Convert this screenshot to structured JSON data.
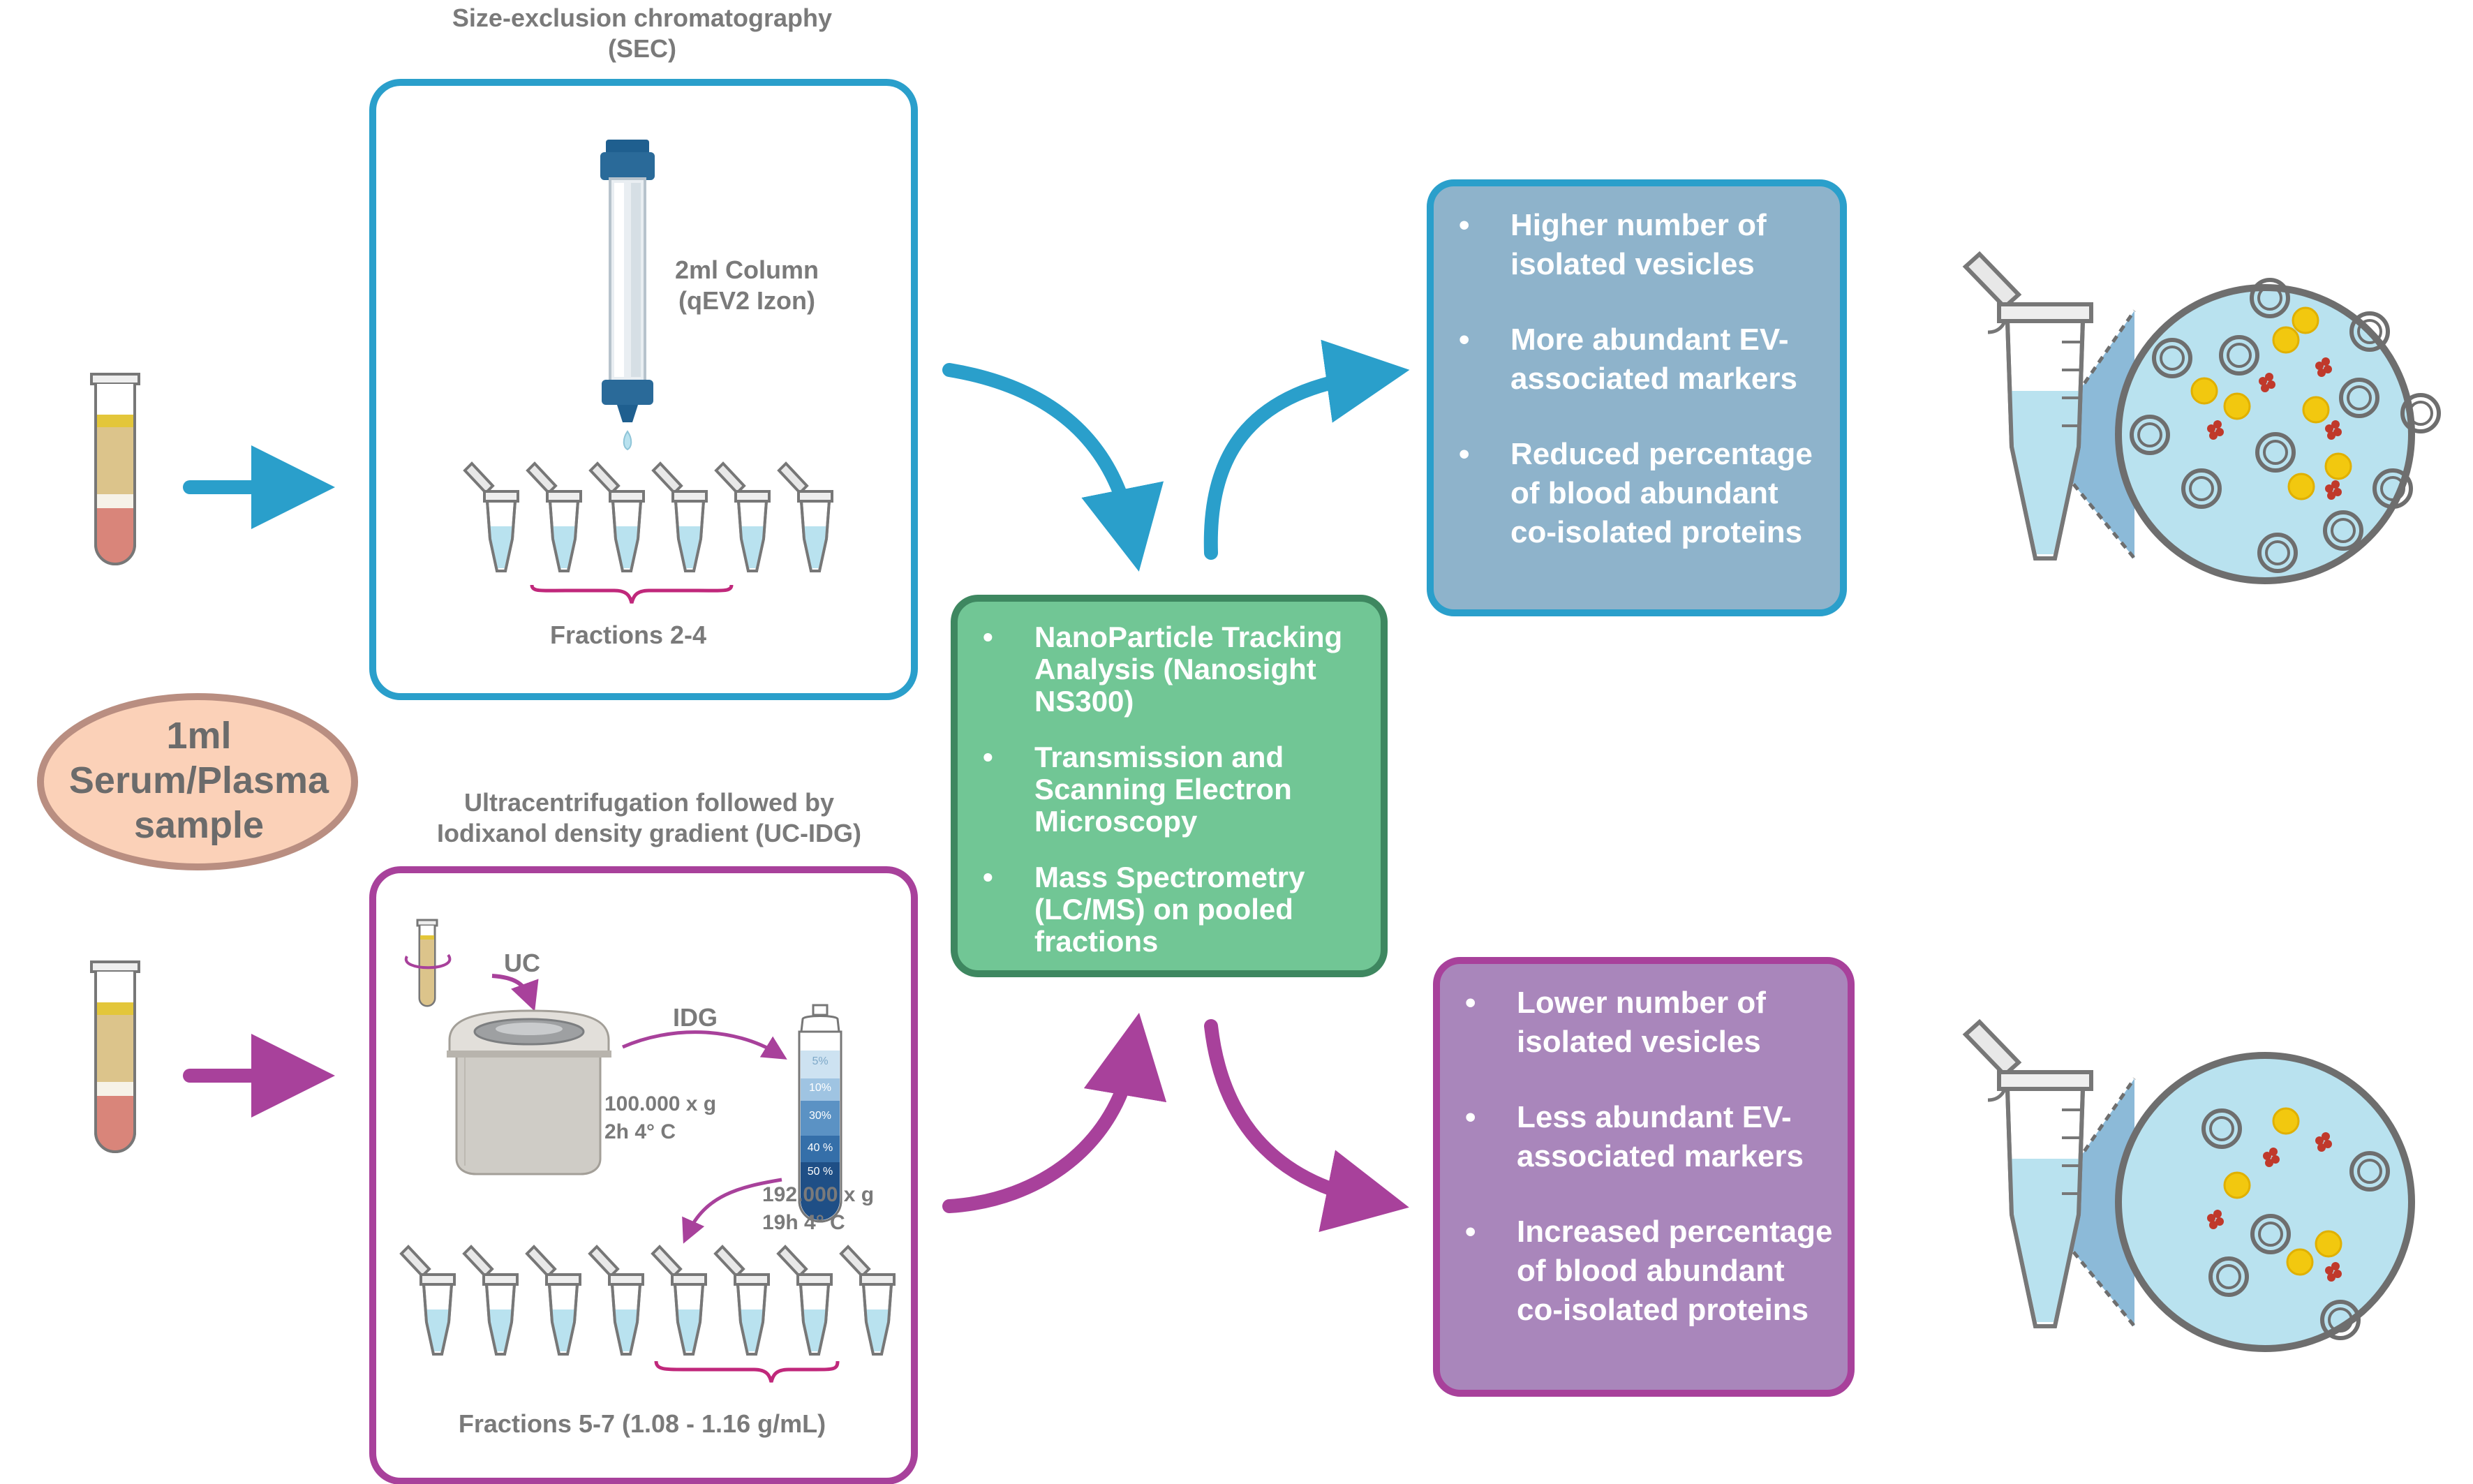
{
  "sample": {
    "label": "1ml Serum/Plasma sample"
  },
  "sec": {
    "title": "Size-exclusion chromatography (SEC)",
    "column_label": "2ml Column (qEV2 Izon)",
    "fractions_label": "Fractions 2-4"
  },
  "ucidg": {
    "title": "Ultracentrifugation followed by Iodixanol density gradient (UC-IDG)",
    "uc_label": "UC",
    "idg_label": "IDG",
    "uc_speed": "100.000 x g",
    "uc_time": "2h 4° C",
    "idg_speed": "192.000 x g",
    "idg_time": "19h 4° C",
    "gradient_levels": [
      "5%",
      "10%",
      "30%",
      "40 %",
      "50 %"
    ],
    "fractions_label": "Fractions 5-7 (1.08 - 1.16 g/mL)"
  },
  "analysis": {
    "items": [
      "NanoParticle Tracking Analysis (Nanosight NS300)",
      "Transmission and Scanning Electron Microscopy",
      "Mass Spectrometry (LC/MS) on pooled fractions"
    ]
  },
  "sec_result": {
    "items": [
      "Higher number of isolated vesicles",
      "More abundant EV-associated markers",
      "Reduced percentage of blood abundant co-isolated proteins"
    ]
  },
  "uc_result": {
    "items": [
      "Lower number of isolated vesicles",
      "Less abundant EV-associated markers",
      "Increased percentage of blood abundant co-isolated proteins"
    ]
  },
  "colors": {
    "sec_accent": "#2a9fcb",
    "uc_accent": "#a8419b",
    "analysis_fill": "#71c695",
    "analysis_border": "#3e8760",
    "sec_result_fill": "#8eb3cb",
    "uc_result_fill": "#a986bb",
    "sample_fill": "#fbd1b8",
    "sample_border": "#b98e81",
    "liquid": "#b9e2ef"
  }
}
